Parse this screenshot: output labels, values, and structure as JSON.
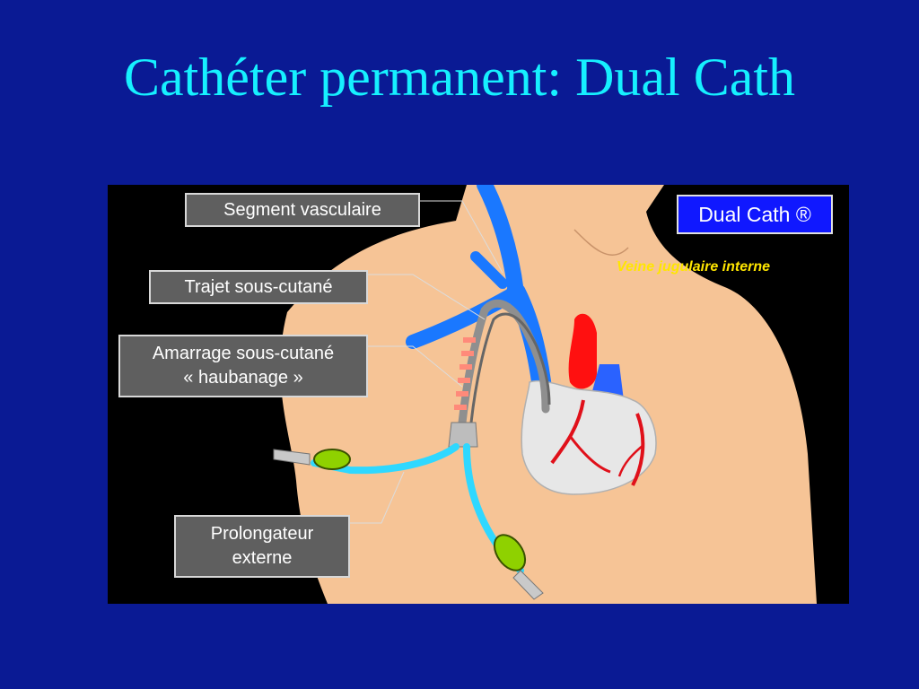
{
  "slide": {
    "title": "Cathéter permanent: Dual Cath"
  },
  "figure": {
    "brand": "Dual Cath ®",
    "vein_label": "Veine jugulaire interne",
    "labels": {
      "segment_vasculaire": "Segment vasculaire",
      "trajet": "Trajet sous-cutané",
      "amarrage_line1": "Amarrage sous-cutané",
      "amarrage_line2": "«  haubanage  »",
      "prolongateur_line1": "Prolongateur",
      "prolongateur_line2": "externe"
    }
  },
  "colors": {
    "slide_background": "#0a1a94",
    "title": "#16f0ff",
    "skin": "#f6c496",
    "vein": "#1a78ff",
    "heart_red": "#ff1010",
    "catheter": "#8f8f8f",
    "extension_tube": "#2fd8ff",
    "clamp": "#8fd100",
    "label_box": "#5f5f5f",
    "brand_box": "#1018ff",
    "vein_label": "#ffe600"
  }
}
